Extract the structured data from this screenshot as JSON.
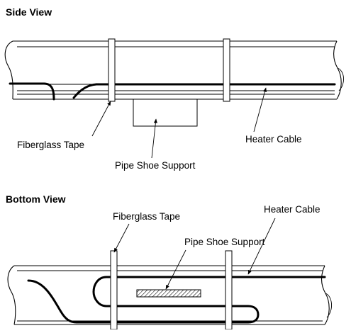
{
  "side_view": {
    "heading": "Side View",
    "labels": {
      "fiberglass_tape": "Fiberglass Tape",
      "pipe_shoe_support": "Pipe Shoe Support",
      "heater_cable": "Heater Cable"
    }
  },
  "bottom_view": {
    "heading": "Bottom View",
    "labels": {
      "fiberglass_tape": "Fiberglass Tape",
      "pipe_shoe_support": "Pipe Shoe Support",
      "heater_cable": "Heater Cable"
    }
  }
}
